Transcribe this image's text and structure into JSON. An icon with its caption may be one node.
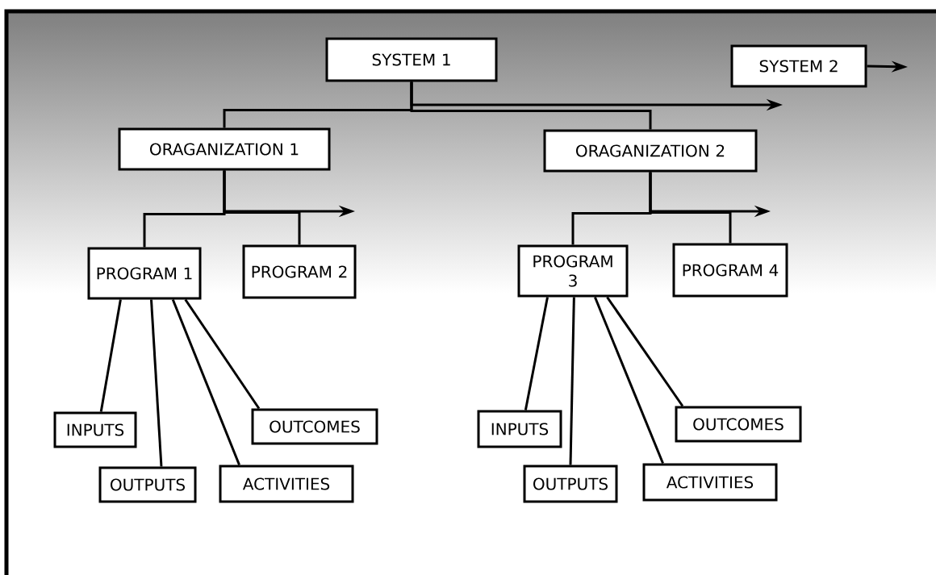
{
  "diagram": {
    "nodes": [
      {
        "text": [
          "SYSTEM 1"
        ]
      },
      {
        "text": [
          "SYSTEM 2"
        ]
      },
      {
        "text": [
          "ORAGANIZATION 1"
        ]
      },
      {
        "text": [
          "ORAGANIZATION 2"
        ]
      },
      {
        "text": [
          "PROGRAM 1"
        ]
      },
      {
        "text": [
          "PROGRAM 2"
        ]
      },
      {
        "text": [
          "PROGRAM 3"
        ]
      },
      {
        "text": [
          "PROGRAM 4"
        ]
      },
      {
        "text": [
          "INPUTS"
        ]
      },
      {
        "text": [
          "OUTPUTS"
        ]
      },
      {
        "text": [
          "ACTIVITIES"
        ]
      },
      {
        "text": [
          "OUTCOMES"
        ]
      },
      {
        "text": [
          "INPUTS"
        ]
      },
      {
        "text": [
          "OUTPUTS"
        ]
      },
      {
        "text": [
          "ACTIVITIES"
        ]
      },
      {
        "text": [
          "OUTCOMES"
        ]
      }
    ],
    "edges": [
      {
        "from": 0,
        "to": 2,
        "arrow": "none"
      },
      {
        "from": 0,
        "to": 3,
        "arrow": "none"
      },
      {
        "from": 0,
        "to": null,
        "arrow": "to"
      },
      {
        "from": 1,
        "to": null,
        "arrow": "to"
      },
      {
        "from": 2,
        "to": 4,
        "arrow": "none"
      },
      {
        "from": 2,
        "to": 5,
        "arrow": "none"
      },
      {
        "from": 2,
        "to": null,
        "arrow": "to"
      },
      {
        "from": 3,
        "to": 6,
        "arrow": "none"
      },
      {
        "from": 3,
        "to": 7,
        "arrow": "none"
      },
      {
        "from": 3,
        "to": null,
        "arrow": "to"
      },
      {
        "from": 4,
        "to": 8,
        "arrow": "none"
      },
      {
        "from": 4,
        "to": 9,
        "arrow": "none"
      },
      {
        "from": 4,
        "to": 10,
        "arrow": "none"
      },
      {
        "from": 4,
        "to": 11,
        "arrow": "none"
      },
      {
        "from": 6,
        "to": 12,
        "arrow": "none"
      },
      {
        "from": 6,
        "to": 13,
        "arrow": "none"
      },
      {
        "from": 6,
        "to": 14,
        "arrow": "none"
      },
      {
        "from": 6,
        "to": 15,
        "arrow": "none"
      }
    ]
  }
}
